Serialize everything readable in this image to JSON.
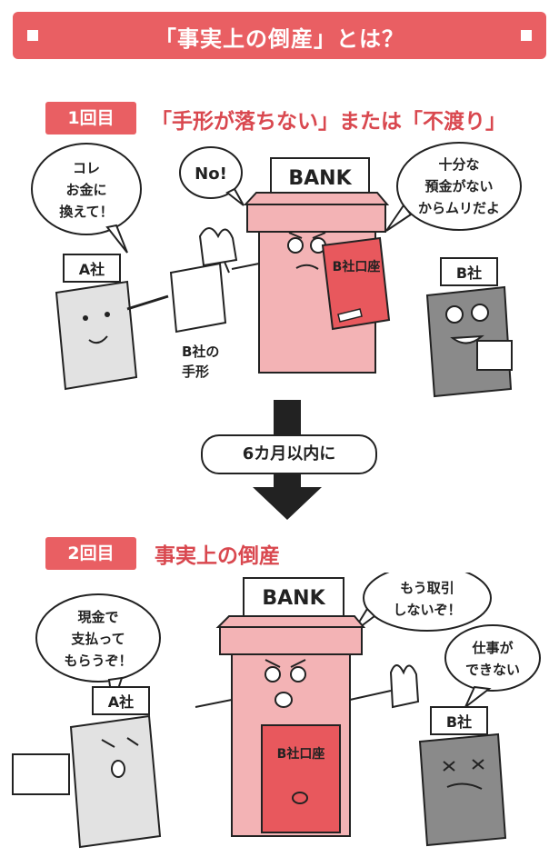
{
  "title": "「事実上の倒産」とは？",
  "step1": {
    "tag": "1回目",
    "heading": "「手形が落ちない」または「不渡り」",
    "bubble_a": [
      "コレ",
      "お金に",
      "換えて！"
    ],
    "bubble_bank": "No!",
    "bubble_bank2": [
      "十分な",
      "預金がない",
      "からムリだよ"
    ],
    "bank_sign": "BANK",
    "company_a_sign": "A社",
    "company_b_sign": "B社",
    "account_book": "B社口座",
    "note_label": [
      "B社の",
      "手形"
    ]
  },
  "transition": {
    "label": "6カ月以内に"
  },
  "step2": {
    "tag": "2回目",
    "heading": "事実上の倒産",
    "bubble_a": [
      "現金で",
      "支払って",
      "もらうぞ！"
    ],
    "bubble_bank": [
      "もう取引",
      "しないぞ！"
    ],
    "bubble_b": [
      "仕事が",
      "できない"
    ],
    "bank_sign": "BANK",
    "company_a_sign": "A社",
    "company_b_sign": "B社",
    "account_book": "B社口座"
  },
  "colors": {
    "accent": "#e95f63",
    "bank_pink": "#f3b3b5",
    "book_red": "#e8585d",
    "company_a_gray": "#e2e2e2",
    "company_b_gray": "#8a8a8a"
  }
}
